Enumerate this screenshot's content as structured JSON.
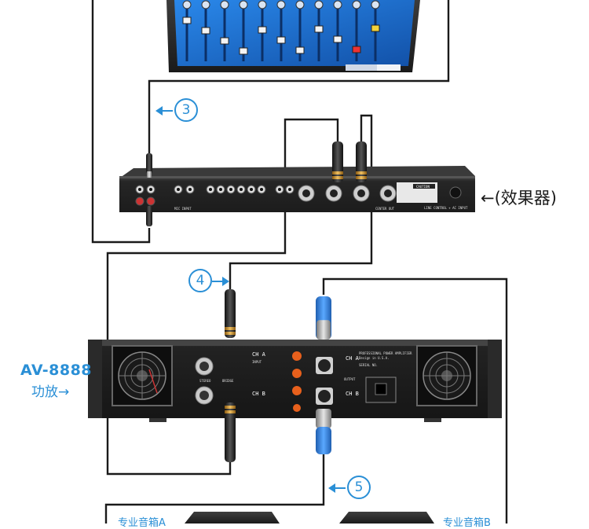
{
  "colors": {
    "accent": "#2a8fd6",
    "cable": "#1a1a1a",
    "device": "#2b2b2b",
    "mixer_blue": "#1d6fd1",
    "connector_gold": "#c8922a",
    "speakon_blue": "#2f7fe0",
    "binding_orange": "#e8601c"
  },
  "steps": {
    "step3": "3",
    "step4": "4",
    "step5": "5"
  },
  "labels": {
    "effects_unit": "←(效果器)",
    "amp_model": "AV-8888",
    "amp_caption": "功放→",
    "speaker_a": "专业音箱A",
    "speaker_b": "专业音箱B"
  },
  "amp_panel": {
    "cha": "CH A",
    "chb": "CH B",
    "input": "INPUT",
    "output": "OUTPUT",
    "stereo": "STEREO",
    "bridge": "BRIDGE",
    "title": "PROFESSIONAL POWER AMPLIFIER",
    "design": "Design in U.S.A.",
    "serial": "SERIAL NO."
  },
  "fx_panel": {
    "caution": "CAUTION",
    "line_control": "LINE CONTROL + AC INPUT",
    "mic_input": "MIC INPUT",
    "center_out": "CENTER OUT"
  }
}
